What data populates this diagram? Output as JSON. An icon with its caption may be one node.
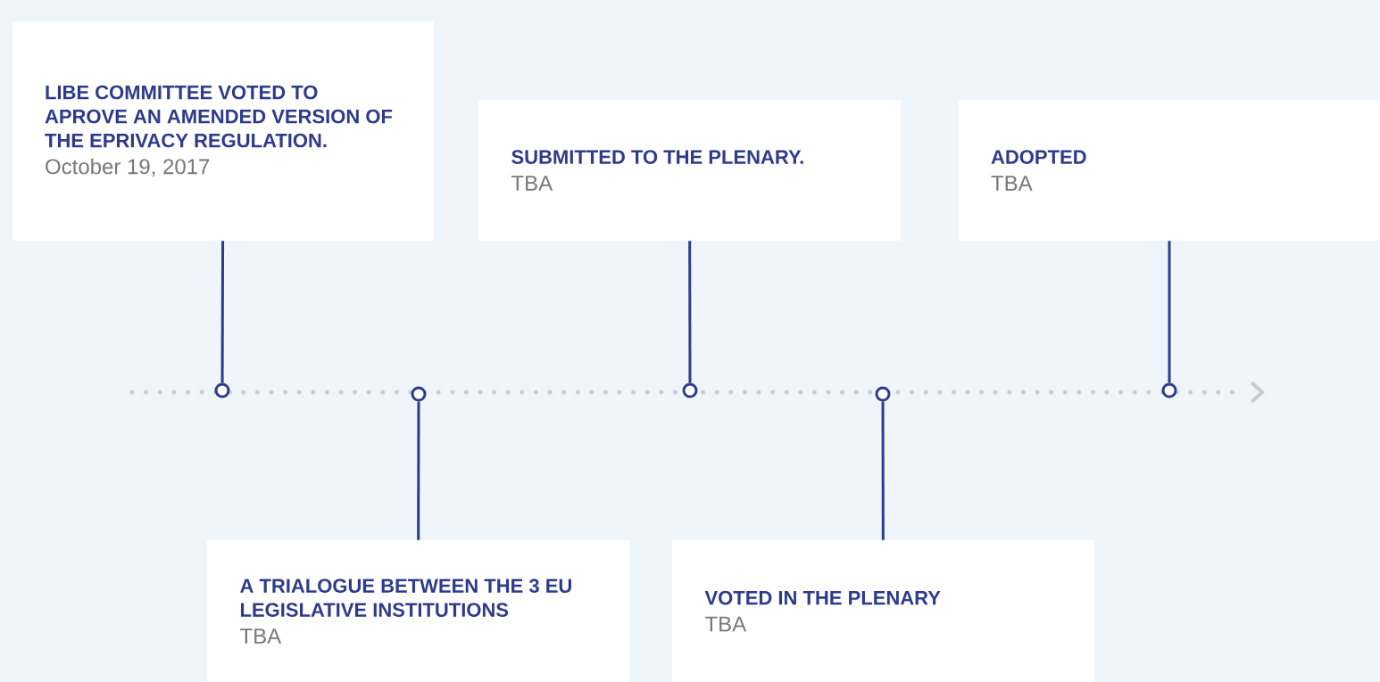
{
  "diagram": {
    "nodes": [
      {
        "text": [
          "LIBE COMMITTEE VOTED TO APROVE AN AMENDED VERSION OF THE EPRIVACY REGULATION.",
          "October 19, 2017"
        ]
      },
      {
        "text": [
          "SUBMITTED TO THE PLENARY.",
          "TBA"
        ]
      },
      {
        "text": [
          "ADOPTED",
          "TBA"
        ]
      },
      {
        "text": [
          "A TRIALOGUE BETWEEN THE 3 EU LEGISLATIVE INSTITUTIONS",
          "TBA"
        ]
      },
      {
        "text": [
          "VOTED IN THE PLENARY",
          "TBA"
        ]
      },
      {
        "text": [],
        "shape": "circle"
      },
      {
        "text": [],
        "shape": "circle"
      },
      {
        "text": [],
        "shape": "circle"
      },
      {
        "text": [],
        "shape": "circle"
      },
      {
        "text": [],
        "shape": "circle"
      }
    ],
    "edges": [
      {
        "from": 0,
        "to": 5,
        "arrow": "none"
      },
      {
        "from": 3,
        "to": 6,
        "arrow": "none"
      },
      {
        "from": 1,
        "to": 7,
        "arrow": "none"
      },
      {
        "from": 4,
        "to": 8,
        "arrow": "none"
      },
      {
        "from": 2,
        "to": 9,
        "arrow": "none"
      }
    ]
  }
}
